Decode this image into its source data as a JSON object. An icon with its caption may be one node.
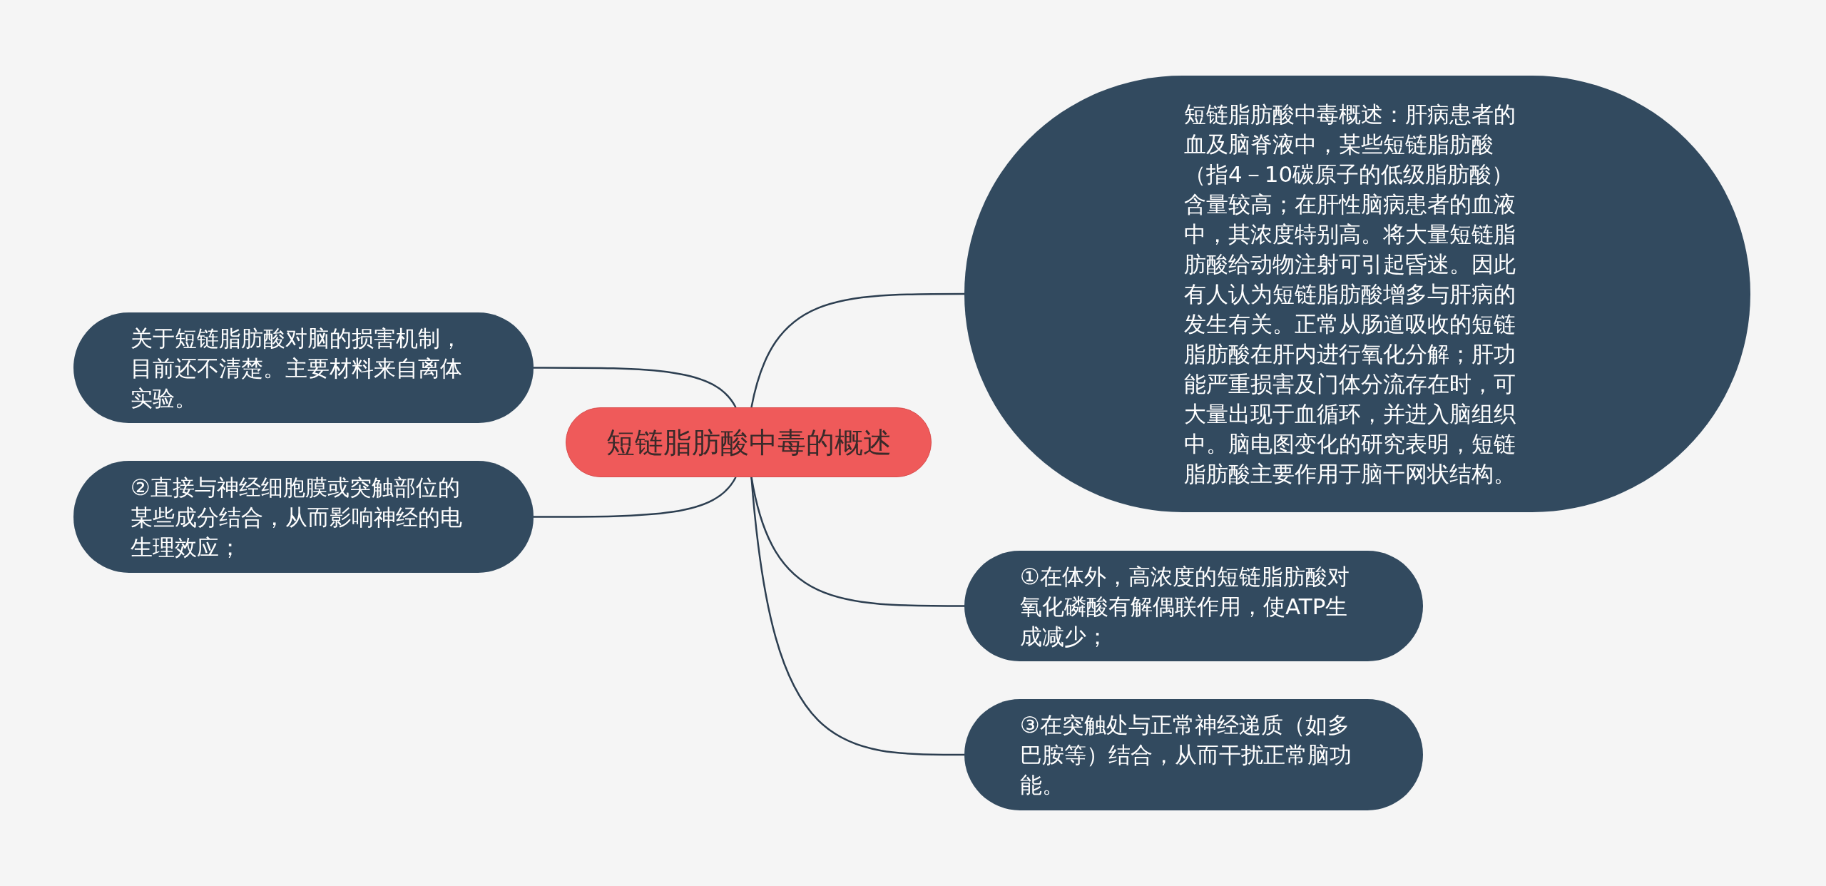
{
  "diagram": {
    "nodes": [
      {
        "text": [
          "短链脂肪酸中毒的概述"
        ]
      },
      {
        "text": [
          "短链脂肪酸中毒概述：肝病患者的血及脑脊液中，某些短链脂肪酸（指4－10碳原子的低级脂肪酸）含量较高；在肝性脑病患者的血液中，其浓度特别高。将大量短链脂肪酸给动物注射可引起昏迷。因此有人认为短链脂肪酸增多与肝病的发生有关。正常从肠道吸收的短链脂肪酸在肝内进行氧化分解；肝功能严重损害及门体分流存在时，可大量出现于血循环，并进入脑组织中。脑电图变化的研究表明，短链脂肪酸主要作用于脑干网状结构。"
        ]
      },
      {
        "text": [
          "关于短链脂肪酸对脑的损害机制，目前还不清楚。主要材料来自离体实验。"
        ]
      },
      {
        "text": [
          "②直接与神经细胞膜或突触部位的某些成分结合，从而影响神经的电生理效应；"
        ]
      },
      {
        "text": [
          "①在体外，高浓度的短链脂肪酸对氧化磷酸有解偶联作用，使ATP生成减少；"
        ]
      },
      {
        "text": [
          "③在突触处与正常神经递质（如多巴胺等）结合，从而干扰正常脑功能。"
        ]
      }
    ],
    "edges": [
      {
        "from": 0,
        "to": 1,
        "arrow": "none"
      },
      {
        "from": 0,
        "to": 2,
        "arrow": "none"
      },
      {
        "from": 0,
        "to": 3,
        "arrow": "none"
      },
      {
        "from": 0,
        "to": 4,
        "arrow": "none"
      },
      {
        "from": 0,
        "to": 5,
        "arrow": "none"
      }
    ]
  }
}
